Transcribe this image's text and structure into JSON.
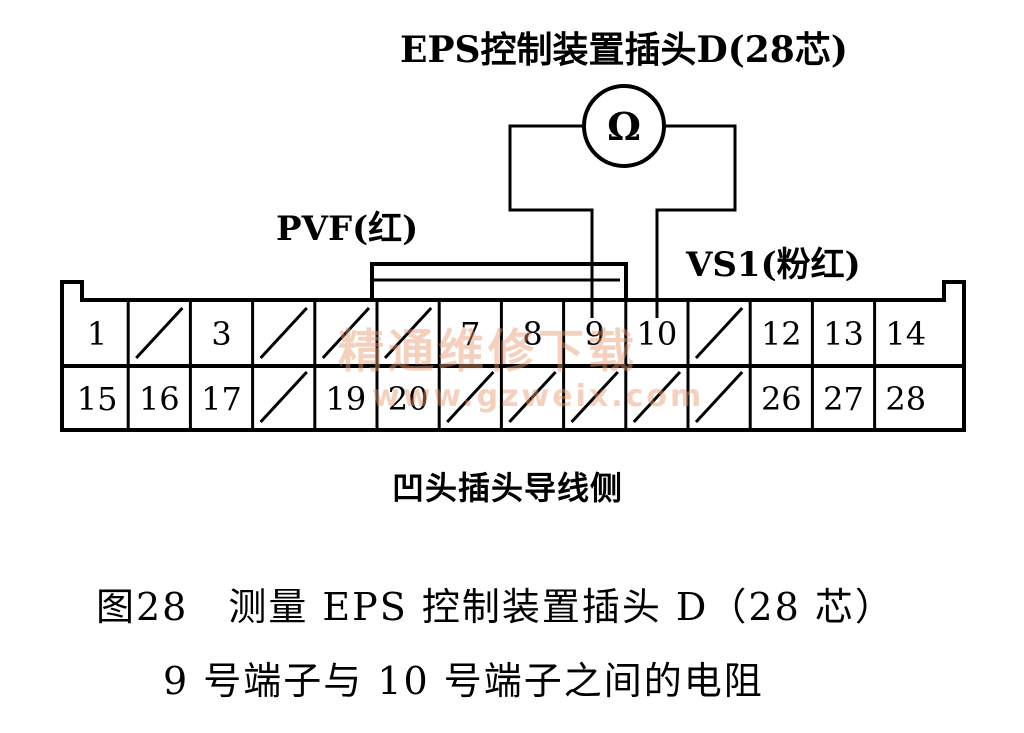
{
  "diagram": {
    "connector_title": "EPS控制装置插头D(28芯)",
    "meter_symbol": "Ω",
    "wire_labels": {
      "pvf": "PVF(红)",
      "vs1": "VS1(粉红)"
    },
    "side_label": "凹头插头导线侧",
    "caption_line1": "图28　测量 EPS 控制装置插头 D（28 芯）",
    "caption_line2": "9 号端子与 10 号端子之间的电阻",
    "watermark": {
      "text": "精通维修下载",
      "url": "www.gzweix.com"
    },
    "top_row": [
      {
        "label": "1",
        "blank": false
      },
      {
        "label": "",
        "blank": true
      },
      {
        "label": "3",
        "blank": false
      },
      {
        "label": "",
        "blank": true
      },
      {
        "label": "",
        "blank": true
      },
      {
        "label": "",
        "blank": true
      },
      {
        "label": "7",
        "blank": false
      },
      {
        "label": "8",
        "blank": false
      },
      {
        "label": "9",
        "blank": false
      },
      {
        "label": "10",
        "blank": false
      },
      {
        "label": "",
        "blank": true
      },
      {
        "label": "12",
        "blank": false
      },
      {
        "label": "13",
        "blank": false
      },
      {
        "label": "14",
        "blank": false
      }
    ],
    "bottom_row": [
      {
        "label": "15",
        "blank": false
      },
      {
        "label": "16",
        "blank": false
      },
      {
        "label": "17",
        "blank": false
      },
      {
        "label": "",
        "blank": true
      },
      {
        "label": "19",
        "blank": false
      },
      {
        "label": "20",
        "blank": false
      },
      {
        "label": "",
        "blank": true
      },
      {
        "label": "",
        "blank": true
      },
      {
        "label": "",
        "blank": true
      },
      {
        "label": "",
        "blank": true
      },
      {
        "label": "",
        "blank": true
      },
      {
        "label": "26",
        "blank": false
      },
      {
        "label": "27",
        "blank": false
      },
      {
        "label": "28",
        "blank": false
      }
    ]
  }
}
